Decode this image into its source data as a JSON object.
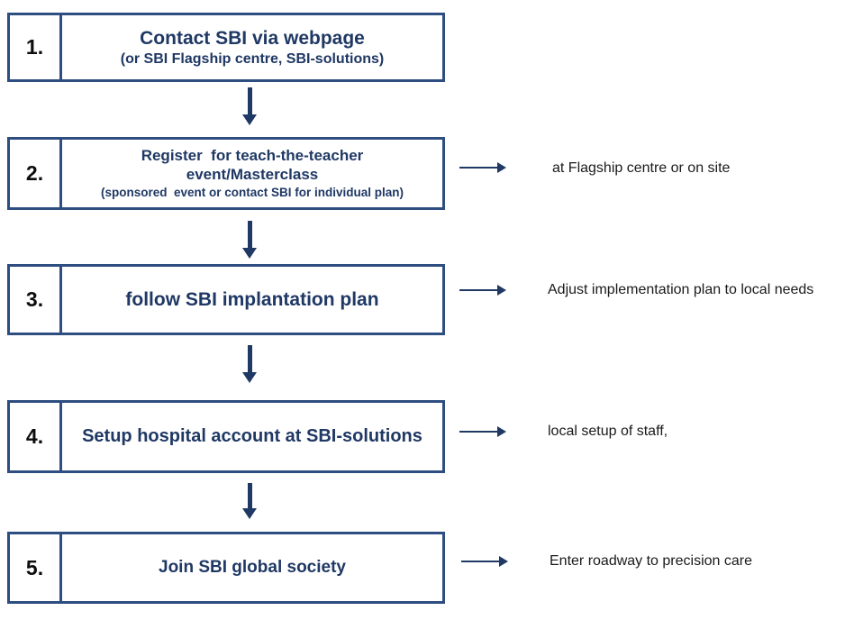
{
  "colors": {
    "border": "#2e4d80",
    "title-text": "#1f3864",
    "number-text": "#0d0d0d",
    "side-text": "#1a1a1a",
    "arrow": "#1f3864",
    "background": "#ffffff"
  },
  "steps": [
    {
      "number": "1.",
      "title": "Contact SBI via webpage",
      "subtitle": "(or SBI Flagship centre, SBI-solutions)"
    },
    {
      "number": "2.",
      "title_line1": "Register  for teach-the-teacher",
      "title_line2": "event/Masterclass",
      "subtitle": "(sponsored  event or contact SBI for individual plan)",
      "annotation": "at Flagship centre or on site"
    },
    {
      "number": "3.",
      "title": "follow SBI implantation plan",
      "annotation": "Adjust implementation plan to local needs"
    },
    {
      "number": "4.",
      "title": "Setup hospital account at SBI-solutions",
      "annotation": "local setup of staff,"
    },
    {
      "number": "5.",
      "title": "Join SBI global society",
      "annotation": "Enter roadway to precision care"
    }
  ]
}
